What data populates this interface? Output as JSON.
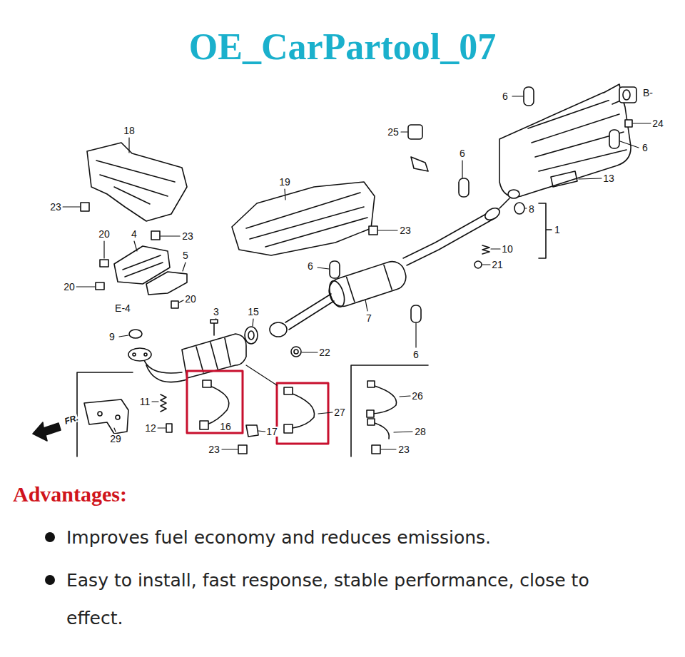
{
  "diagram": {
    "title": "OE_CarPartool_07",
    "labels": [
      "6",
      "18",
      "25",
      "B-",
      "24",
      "6",
      "6",
      "19",
      "13",
      "8",
      "23",
      "1",
      "20",
      "4",
      "23",
      "23",
      "10",
      "5",
      "6",
      "21",
      "20",
      "20",
      "E-4",
      "3",
      "15",
      "7",
      "9",
      "22",
      "6",
      "26",
      "11",
      "27",
      "FR.",
      "12",
      "16",
      "17",
      "28",
      "29",
      "23",
      "23",
      "Advantages:",
      "Improves fuel economy and reduces emissions.",
      "Easy to install, fast response, stable performance, close to effect."
    ]
  }
}
